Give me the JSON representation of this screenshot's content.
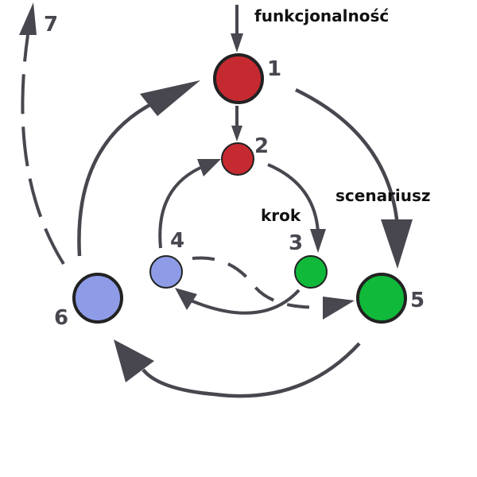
{
  "diagram": {
    "colors": {
      "edge": "#48474f",
      "text_dark": "#111111",
      "number": "#48474f",
      "node_outline": "#222222",
      "red": "#c62a31",
      "green": "#10b93a",
      "blue": "#8e9ce8"
    },
    "labels": {
      "funkcjonalnosc": "funkcjonalność",
      "scenariusz": "scenariusz",
      "krok": "krok"
    },
    "nodes": [
      {
        "id": "1",
        "label": "1",
        "color": "red"
      },
      {
        "id": "2",
        "label": "2",
        "color": "red"
      },
      {
        "id": "3",
        "label": "3",
        "color": "green"
      },
      {
        "id": "4",
        "label": "4",
        "color": "blue"
      },
      {
        "id": "5",
        "label": "5",
        "color": "green"
      },
      {
        "id": "6",
        "label": "6",
        "color": "blue"
      },
      {
        "id": "7",
        "label": "7"
      }
    ],
    "edges": [
      {
        "from": "funkcjonalnosc",
        "to": "1",
        "style": "solid"
      },
      {
        "from": "1",
        "to": "2",
        "style": "solid"
      },
      {
        "from": "1",
        "to": "5",
        "style": "solid"
      },
      {
        "from": "2",
        "to": "3",
        "style": "solid"
      },
      {
        "from": "3",
        "to": "4",
        "style": "solid"
      },
      {
        "from": "4",
        "to": "5",
        "style": "dashed"
      },
      {
        "from": "4",
        "to": "2",
        "style": "solid"
      },
      {
        "from": "5",
        "to": "6",
        "style": "solid"
      },
      {
        "from": "6",
        "to": "1",
        "style": "solid"
      },
      {
        "from": "6",
        "to": "7",
        "style": "dashed"
      }
    ]
  }
}
